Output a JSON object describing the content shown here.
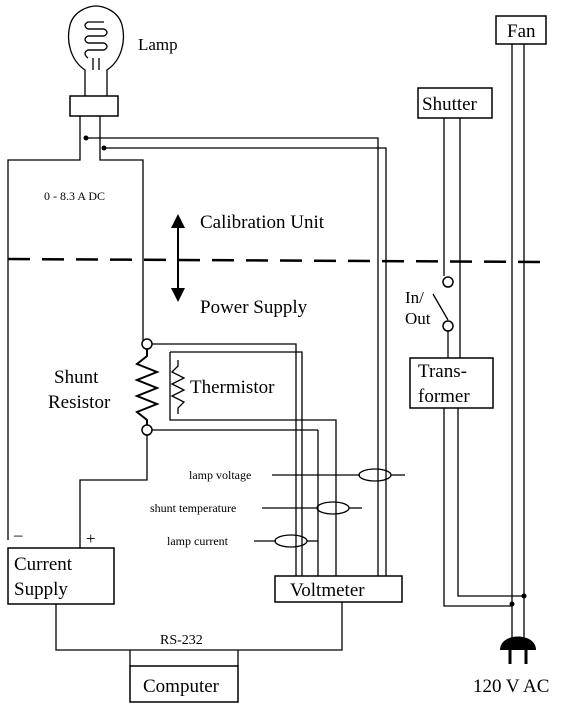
{
  "labels": {
    "lamp": "Lamp",
    "current_range": "0 - 8.3 A DC",
    "calibration_unit": "Calibration Unit",
    "power_supply": "Power Supply",
    "shunt_line1": "Shunt",
    "shunt_line2": "Resistor",
    "thermistor": "Thermistor",
    "lamp_voltage": "lamp voltage",
    "shunt_temperature": "shunt temperature",
    "lamp_current": "lamp current",
    "minus": "–",
    "plus": "+",
    "current_supply_line1": "Current",
    "current_supply_line2": "Supply",
    "voltmeter": "Voltmeter",
    "rs232": "RS-232",
    "computer": "Computer",
    "fan": "Fan",
    "shutter": "Shutter",
    "switch_line1": "In/",
    "switch_line2": "Out",
    "transformer_line1": "Trans-",
    "transformer_line2": "former",
    "ac_power": "120 V AC"
  },
  "icons": [
    "lamp-bulb-icon",
    "resistor-icon",
    "thermistor-icon",
    "switch-icon",
    "ac-plug-icon",
    "double-arrow-icon",
    "cable-loop-icon"
  ]
}
